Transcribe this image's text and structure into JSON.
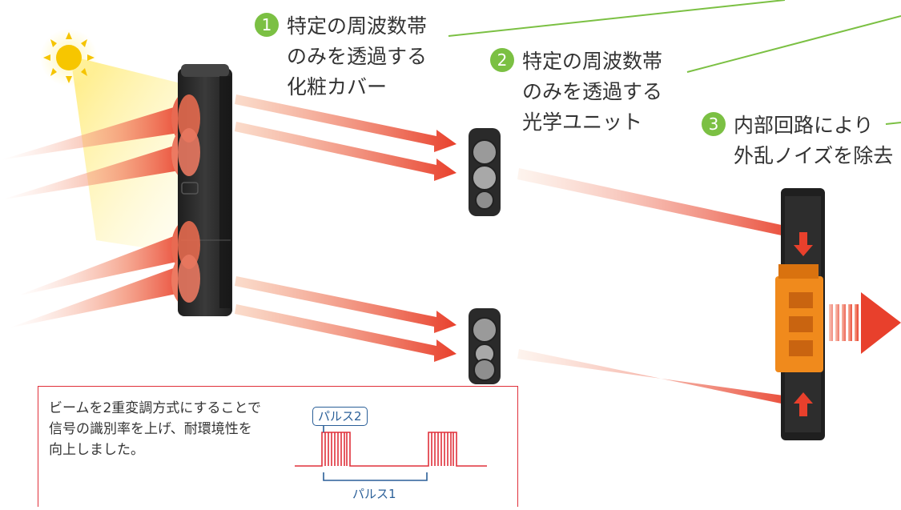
{
  "callouts": [
    {
      "number": "1",
      "lines": [
        "特定の周波数帯",
        "のみを透過する",
        "化粧カバー"
      ]
    },
    {
      "number": "2",
      "lines": [
        "特定の周波数帯",
        "のみを透過する",
        "光学ユニット"
      ]
    },
    {
      "number": "3",
      "lines": [
        "内部回路により",
        "外乱ノイズを除去"
      ]
    }
  ],
  "note": {
    "lines": [
      "ビームを2重変調方式にすることで",
      "信号の識別率を上げ、耐環境性を",
      "向上しました。"
    ],
    "pulse2_label": "パルス2",
    "pulse1_label": "パルス1"
  },
  "colors": {
    "callout_badge": "#7bc043",
    "leader_line": "#7bc043",
    "beam_arrow": "#e8402c",
    "sun": "#f5c400",
    "note_border": "#e0303a",
    "pulse_label": "#2a5f98",
    "device_body": "#2b2b2b",
    "circuit_board": "#f08a1c"
  },
  "icons": [
    "sun-icon",
    "sensor-device",
    "optical-unit",
    "internal-circuit",
    "output-arrow-icon"
  ]
}
